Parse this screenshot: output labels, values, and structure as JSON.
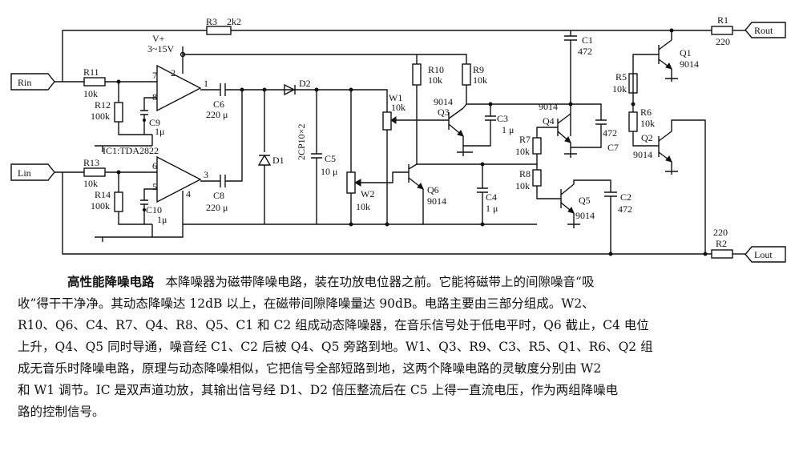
{
  "labels": {
    "rin": "Rin",
    "lin": "Lin",
    "rout": "Rout",
    "lout": "Lout",
    "vplus": "V+",
    "vrange": "3~15V",
    "ic": "IC1:TDA2822",
    "r3": "R3",
    "r3v": "2k2",
    "r1": "R1",
    "r1v": "220",
    "r2": "R2",
    "r2v": "220",
    "r11": "R11",
    "r11v": "10k",
    "r12": "R12",
    "r12v": "100k",
    "r13": "R13",
    "r13v": "10k",
    "r14": "R14",
    "r14v": "100k",
    "c9": "C9",
    "c9v": "1μ",
    "c10": "C10",
    "c10v": "1μ",
    "c6": "C6",
    "c6v": "220 μ",
    "c8": "C8",
    "c8v": "220 μ",
    "d1": "D1",
    "d2": "D2",
    "dtype": "2CP10×2",
    "c5": "C5",
    "c5v": "10 μ",
    "w1": "W1",
    "w1v": "10k",
    "w2": "W2",
    "w2v": "10k",
    "r10": "R10",
    "r10v": "10k",
    "r9": "R9",
    "r9v": "10k",
    "q3v": "9014",
    "q3": "Q3",
    "c3": "C3",
    "c3v": "1 μ",
    "q6": "Q6",
    "q6v": "9014",
    "c4": "C4",
    "c4v": "1 μ",
    "c1": "C1",
    "c1v": "472",
    "q4v": "9014",
    "q4": "Q4",
    "c7v": "472",
    "c7": "C7",
    "r7": "R7",
    "r7v": "10k",
    "r8": "R8",
    "r8v": "10k",
    "q5": "Q5",
    "q5v": "9014",
    "c2": "C2",
    "c2v": "472",
    "r5": "R5",
    "r5v": "10k",
    "r6": "R6",
    "r6v": "10k",
    "q1": "Q1",
    "q1v": "9014",
    "q2": "Q2",
    "q2v": "9014",
    "pin7": "7",
    "pin2": "2",
    "pin8": "8",
    "pin1": "1",
    "pin6": "6",
    "pin5": "5",
    "pin4": "4",
    "pin3": "3"
  },
  "caption": {
    "title": "高性能降噪电路",
    "line1": "本降噪器为磁带降噪电路，装在功放电位器之前。它能将磁带上的间隙噪音“吸",
    "line2": "收”得干干净净。其动态降噪达 12dB 以上，在磁带间隙降噪量达 90dB。电路主要由三部分组成。W2、",
    "line3": "R10、Q6、C4、R7、Q4、R8、Q5、C1 和 C2 组成动态降噪器，在音乐信号处于低电平时，Q6 截止，C4 电位",
    "line4": "上升，Q4、Q5 同时导通，噪音经 C1、C2 后被 Q4、Q5 旁路到地。W1、Q3、R9、C3、R5、Q1、R6、Q2 组",
    "line5": "成无音乐时降噪电路，原理与动态降噪相似，它把信号全部短路到地，这两个降噪电路的灵敏度分别由 W2",
    "line6": "和 W1 调节。IC 是双声道功放，其输出信号经 D1、D2 倍压整流后在 C5 上得一直流电压，作为两组降噪电",
    "line7": "路的控制信号。"
  }
}
